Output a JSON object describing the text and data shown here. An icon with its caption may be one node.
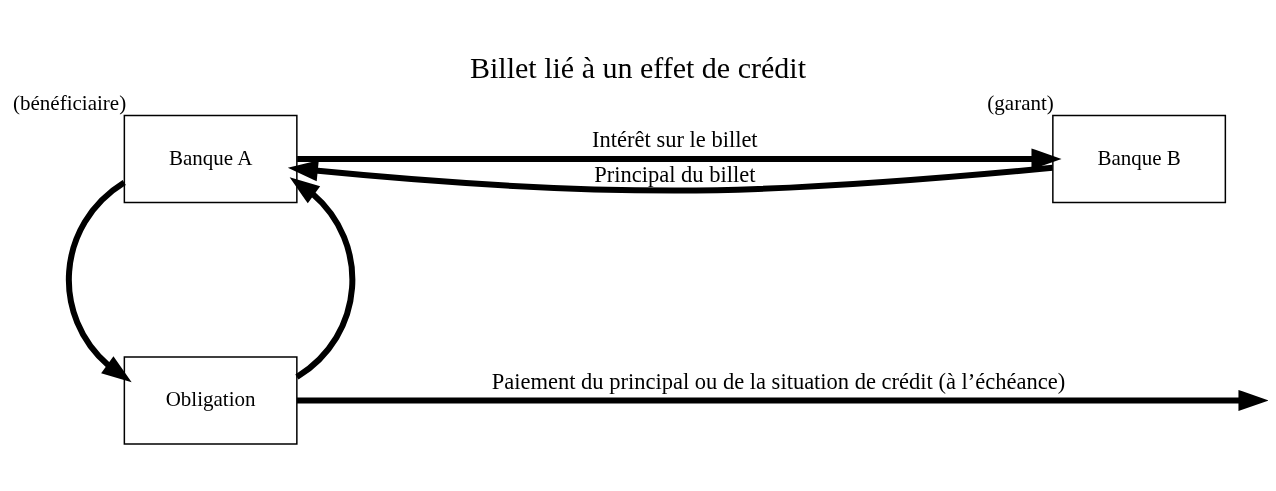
{
  "diagram": {
    "title": "Billet lié à un effet de crédit",
    "nodes": [
      {
        "text": [
          "Banque A"
        ],
        "beside": [
          "(bénéficiaire)"
        ]
      },
      {
        "text": [
          "Banque B"
        ],
        "beside": [
          "(garant)"
        ]
      },
      {
        "text": [
          "Obligation"
        ]
      }
    ],
    "edges": [
      {
        "from": 0,
        "to": 1,
        "arrow": "to",
        "label": "Intérêt sur le billet"
      },
      {
        "from": 1,
        "to": 0,
        "arrow": "to",
        "label": "Principal du billet"
      },
      {
        "from": 0,
        "to": 2,
        "arrow": "to"
      },
      {
        "from": 2,
        "to": 0,
        "arrow": "to"
      },
      {
        "from": 2,
        "to": null,
        "arrow": "to",
        "label": "Paiement du principal ou de la situation de crédit (à l’échéance)"
      }
    ]
  }
}
